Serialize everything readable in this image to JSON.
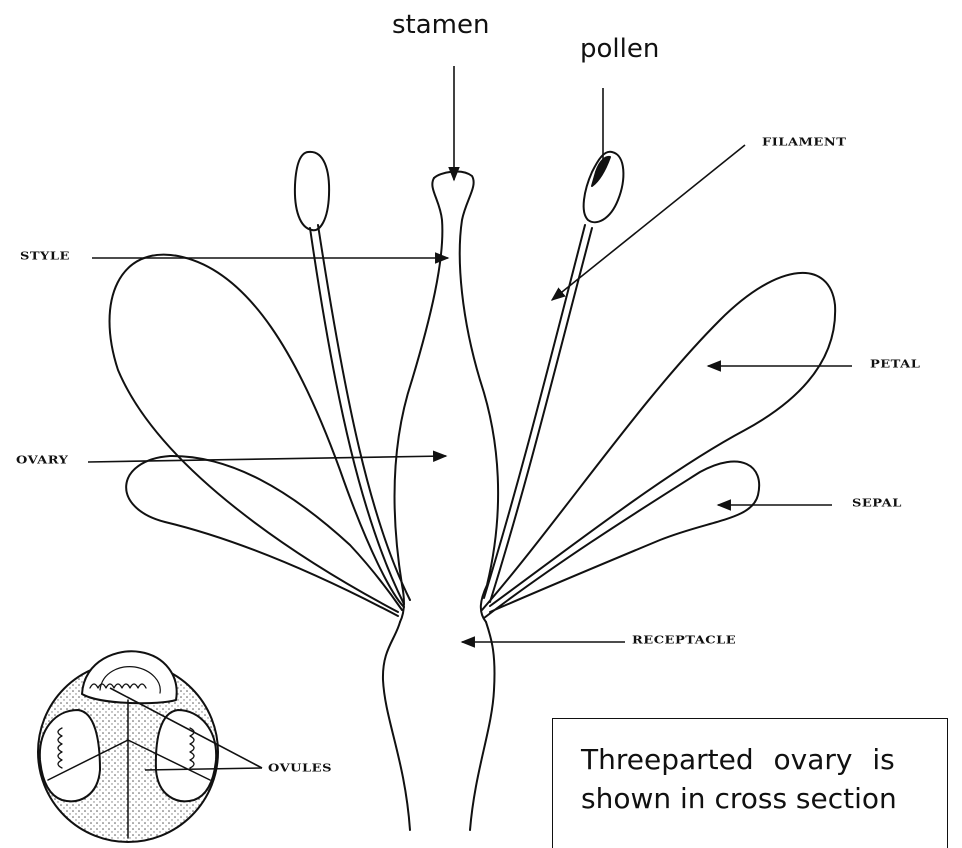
{
  "labels": {
    "stamen": "stamen",
    "pollen": "pollen",
    "filament": "FILAMENT",
    "style": "STYLE",
    "petal": "PETAL",
    "ovary": "OVARY",
    "sepal": "SEPAL",
    "receptacle": "RECEPTACLE",
    "ovules": "OVULES"
  },
  "note": {
    "line1": "Threeparted ovary is",
    "line2": "shown in cross section"
  }
}
